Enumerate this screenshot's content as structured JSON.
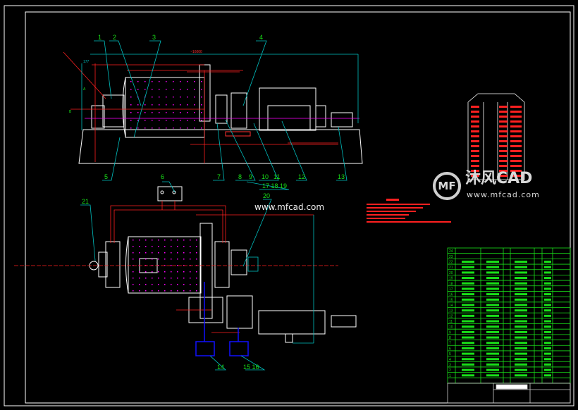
{
  "watermark": {
    "brand": "沐风CAD",
    "url_main": "www.mfcad.com",
    "url_small": "www.mfcad.com",
    "logo_text": "MF"
  },
  "balloons": {
    "b1": "1",
    "b2": "2",
    "b3": "3",
    "b4": "4",
    "b5": "5",
    "b6": "6",
    "b7": "7",
    "b8": "8",
    "b9": "9",
    "b10": "10",
    "b11": "11",
    "b12": "12",
    "b13": "13",
    "b14": "14",
    "b1516": "15 16",
    "b171819": "17 18 19",
    "b20": "20",
    "b21": "21"
  },
  "dimensions": {
    "overall_length": "~16000",
    "d177": "177",
    "view_a": "A",
    "view_b": "B"
  },
  "parts_table": {
    "row_numbers": [
      "24",
      "23",
      "22",
      "21",
      "20",
      "19",
      "18",
      "17",
      "16",
      "15",
      "14",
      "13",
      "12",
      "11",
      "10",
      "9",
      "8",
      "7",
      "6",
      "5",
      "4",
      "3",
      "2",
      "1"
    ]
  },
  "colors": {
    "frame": "#ffffff",
    "machine": "#ffffff",
    "dimension": "#ff2020",
    "leader": "#00c0c0",
    "balloon": "#19e019",
    "hatch": "#ff00ff",
    "table": "#19e019",
    "pipe": "#1010ff"
  }
}
